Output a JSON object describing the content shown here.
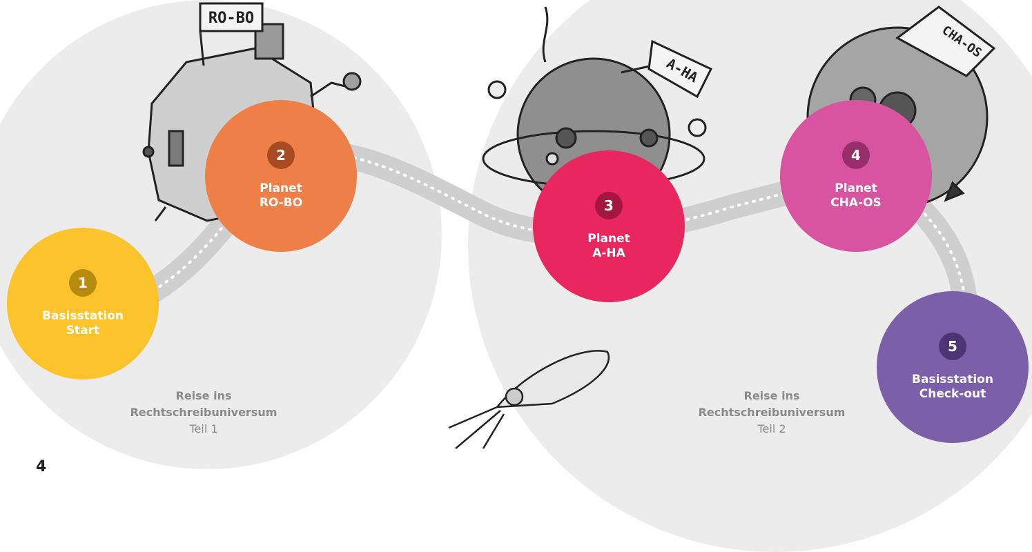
{
  "stations": [
    {
      "number": "1",
      "line1": "Basisstation",
      "line2": "Start",
      "color": "#fbc42c",
      "badge": "#b78a10"
    },
    {
      "number": "2",
      "line1": "Planet",
      "line2": "RO-BO",
      "color": "#ee7f47",
      "badge": "#a84a22"
    },
    {
      "number": "3",
      "line1": "Planet",
      "line2": "A-HA",
      "color": "#e8275e",
      "badge": "#a31640"
    },
    {
      "number": "4",
      "line1": "Planet",
      "line2": "CHA-OS",
      "color": "#d954a0",
      "badge": "#962f6c"
    },
    {
      "number": "5",
      "line1": "Basisstation",
      "line2": "Check-out",
      "color": "#7c5fa9",
      "badge": "#4c3575"
    }
  ],
  "captions": [
    {
      "bold1": "Reise ins",
      "bold2": "Rechtschreibuniversum",
      "normal": "Teil 1"
    },
    {
      "bold1": "Reise ins",
      "bold2": "Rechtschreibuniversum",
      "normal": "Teil 2"
    }
  ],
  "page_number": "4",
  "illustrations": {
    "robo_sign": "RO-BO",
    "aha_flag": "A-HA",
    "chaos_sign": "CHA-OS"
  }
}
